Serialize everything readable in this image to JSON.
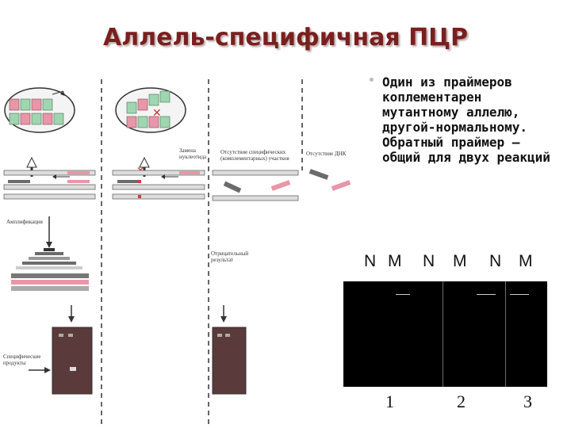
{
  "title": "Аллель-специфичная ПЦР",
  "bullet_text": "Один из праймеров коплементарен мутантному аллелю, другой-нормальному. Обратный праймер – общий для двух реакций",
  "gel": {
    "lane_labels": [
      "N",
      "M",
      "N",
      "M",
      "N",
      "M"
    ],
    "reaction_numbers": [
      "1",
      "2",
      "3"
    ]
  },
  "diagram_labels": {
    "mismatch": "Замена нуклеотида",
    "no_complementary": "Отсутствие специфических (комплементарных) участков",
    "no_dna": "Отсутствие ДНК",
    "amplification": "Амплификация",
    "negative_result": "Отрицательный результат",
    "specific_products": "Специфические продукты"
  },
  "colors": {
    "title": "#7a1f1f",
    "primer_pink": "#e896a8",
    "primer_gray": "#6b6b6b",
    "gel_bg": "#000000",
    "box_brown": "#5a3a3a"
  }
}
